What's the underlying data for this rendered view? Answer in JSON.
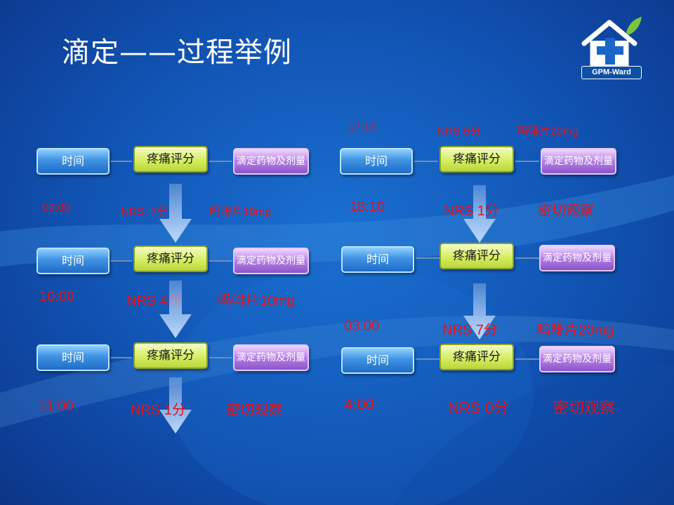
{
  "slide": {
    "title": "滴定——过程举例",
    "logo_text": "GPM-Ward"
  },
  "boxes": {
    "time": "时间",
    "pain": "疼痛评分",
    "drug": "滴定药物及剂量"
  },
  "left_flow": [
    {
      "time": "09:00",
      "nrs": "NRS: 7分",
      "action": "吗啡片10mg"
    },
    {
      "time": "10:00",
      "nrs": "NRS  4分",
      "action": "吗啡片10mg"
    },
    {
      "time": "11:00",
      "nrs": "NRS  1分",
      "action": "密切观察"
    }
  ],
  "right_flow": [
    {
      "time": "17:10",
      "nrs": "NRS 6分",
      "action": "吗啡片20mg"
    },
    {
      "time": "18:10",
      "nrs": "NRS  1分",
      "action": "密切观察"
    },
    {
      "time": "03:00",
      "nrs": "NRS  7分",
      "action": "吗啡片20mg"
    },
    {
      "time": "4:00",
      "nrs": "NRS  0分",
      "action": "密切观察"
    }
  ],
  "colors": {
    "background": "#1258b8",
    "annotation_red": "#e8121a",
    "time_box": "#3f92e3",
    "pain_box": "#d6ee62",
    "drug_box": "#b57fe6"
  },
  "icons": [
    "house-plus-logo-icon",
    "leaf-icon",
    "down-arrow-icon"
  ]
}
